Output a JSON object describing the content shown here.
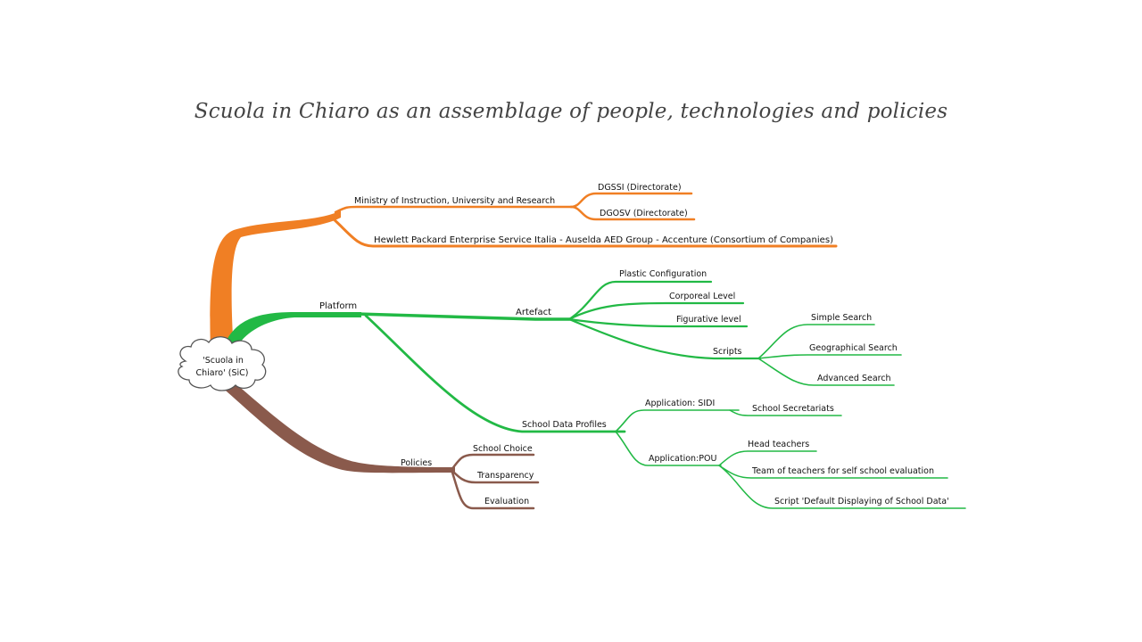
{
  "title": "Scuola in Chiaro as an assemblage of people, technologies and policies",
  "colors": {
    "people": "#f07f24",
    "technologies": "#22b945",
    "policies": "#8a5a4c",
    "text": "#111111"
  },
  "root": {
    "line1": "'Scuola in",
    "line2": "Chiaro' (SiC)"
  },
  "people": {
    "ministry": "Ministry of Instruction, University and Research",
    "dgssi": "DGSSI (Directorate)",
    "dgosv": "DGOSV (Directorate)",
    "consortium": "Hewlett Packard Enterprise Service Italia - Auselda AED Group - Accenture (Consortium of Companies)"
  },
  "technologies": {
    "platform": "Platform",
    "artefact": "Artefact",
    "plastic": "Plastic Configuration",
    "corporeal": "Corporeal Level",
    "figurative": "Figurative level",
    "scripts": "Scripts",
    "simple_search": "Simple Search",
    "geo_search": "Geographical Search",
    "advanced_search": "Advanced Search",
    "school_data_profiles": "School Data Profiles",
    "app_sidi": "Application: SIDI",
    "school_secretariats": "School Secretariats",
    "app_pou": "Application:POU",
    "head_teachers": "Head teachers",
    "team_teachers": "Team of teachers for self school evaluation",
    "script_default": "Script 'Default Displaying of School Data'"
  },
  "policies": {
    "policies": "Policies",
    "school_choice": "School Choice",
    "transparency": "Transparency",
    "evaluation": "Evaluation"
  }
}
